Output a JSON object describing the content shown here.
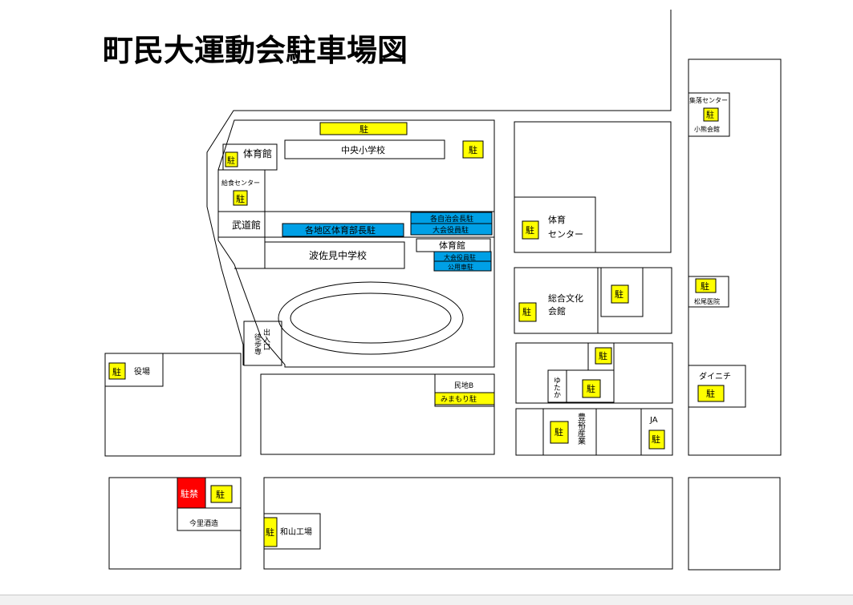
{
  "title": "町民大運動会駐車場図",
  "colors": {
    "parking": "#ffff00",
    "official_parking": "#00a0e6",
    "no_parking": "#ff0000",
    "line": "#000000"
  },
  "labels": {
    "p_top": "駐",
    "chuo_school": "中央小学校",
    "p_chuo_right": "駐",
    "gym_left": "体育館",
    "p_gym_left": "駐",
    "kyushoku": "給食センター",
    "p_kyushoku": "駐",
    "budokan": "武道館",
    "official_area": "各地区体育部長駐",
    "official_chief": "各自治会長駐",
    "official_board1": "大会役員駐",
    "hasami_school": "波佐見中学校",
    "gym_right": "体育館",
    "official_board2": "大会役員駐",
    "official_car": "公用車駐",
    "pedestrian_exit": "出入口",
    "pedestrian_only": "徒歩専",
    "yakuba": "役場",
    "p_yakuba": "駐",
    "minchi": "民地B",
    "mimamori": "みまもり駐",
    "sports_center_1": "体育",
    "sports_center_2": "センター",
    "p_sports_center": "駐",
    "culture_1": "総合文化",
    "culture_2": "会館",
    "p_culture": "駐",
    "p_culture_right": "駐",
    "p_yutaka_top": "駐",
    "yutaka": "ゆたか",
    "p_yutaka": "駐",
    "houyu": "豊裕産業",
    "p_houyu": "駐",
    "ja": "JA",
    "p_ja": "駐",
    "shuraku": "集落センター",
    "p_shuraku": "駐",
    "oguma": "小熊会館",
    "p_matsuo": "駐",
    "matsuo": "松尾医院",
    "dainichi": "ダイニチ",
    "p_dainichi": "駐",
    "no_parking": "駐禁",
    "p_imazato": "駐",
    "imazato": "今里酒造",
    "p_wayama": "駐",
    "wayama": "和山工場"
  }
}
